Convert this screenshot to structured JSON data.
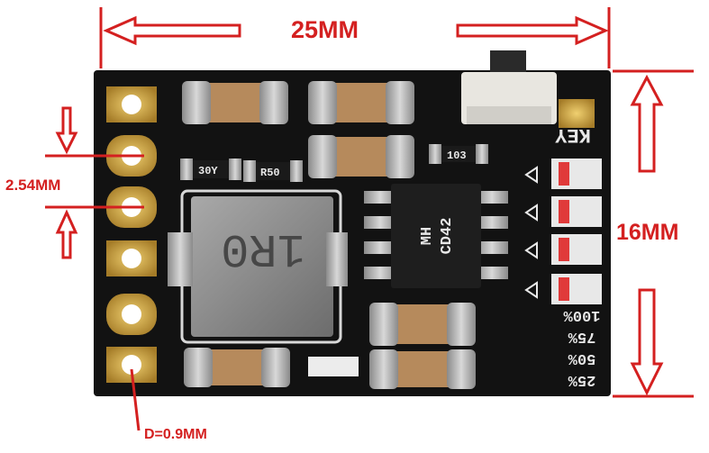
{
  "dimensions": {
    "width": "25MM",
    "height": "16MM",
    "pin_pitch": "2.54MM",
    "hole_diameter": "D=0.9MM"
  },
  "board": {
    "inductor_marking": "1R0",
    "ic_marking_line1": "MH",
    "ic_marking_line2": "CD42",
    "resistor_1": "30Y",
    "resistor_2": "R50",
    "resistor_3": "103",
    "key_label": "KEY",
    "battery_levels": [
      "100%",
      "75%",
      "50%",
      "25%"
    ]
  },
  "colors": {
    "annotation": "#d42020",
    "pcb": "#111111",
    "gold_pad": "#c8a040"
  }
}
